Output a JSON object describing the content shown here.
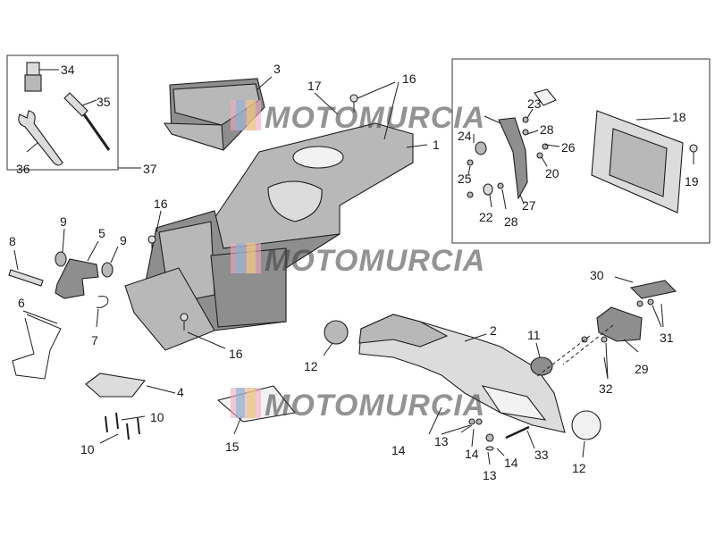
{
  "watermark": "MOTOMURCIA",
  "callouts": {
    "c1": "1",
    "c2": "2",
    "c3": "3",
    "c4": "4",
    "c5": "5",
    "c6": "6",
    "c7": "7",
    "c8": "8",
    "c9a": "9",
    "c9b": "9",
    "c10a": "10",
    "c10b": "10",
    "c11": "11",
    "c12a": "12",
    "c12b": "12",
    "c13a": "13",
    "c13b": "13",
    "c14a": "14",
    "c14b": "14",
    "c14c": "14",
    "c15": "15",
    "c16a": "16",
    "c16b": "16",
    "c16c": "16",
    "c17": "17",
    "c18": "18",
    "c19": "19",
    "c20": "20",
    "c22": "22",
    "c23": "23",
    "c24": "24",
    "c25": "25",
    "c26": "26",
    "c27": "27",
    "c28a": "28",
    "c28b": "28",
    "c29": "29",
    "c30": "30",
    "c31": "31",
    "c32": "32",
    "c33": "33",
    "c34": "34",
    "c35": "35",
    "c36": "36",
    "c37": "37"
  }
}
